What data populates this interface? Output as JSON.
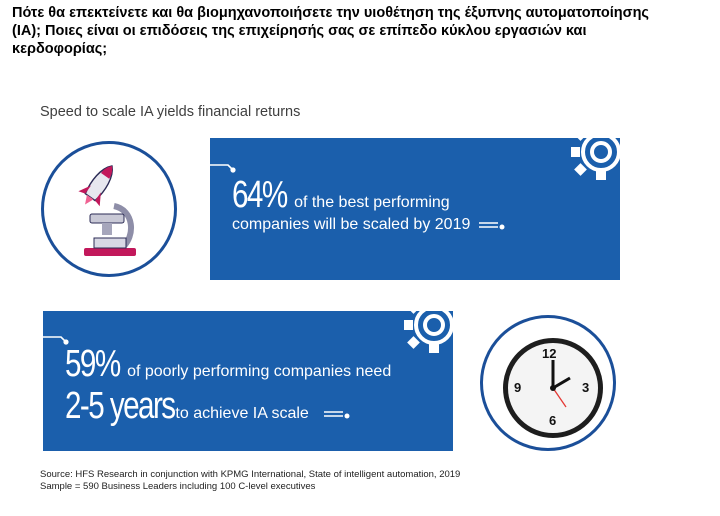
{
  "heading": {
    "line1": "Πότε θα επεκτείνετε και θα βιομηχανοποιήσετε την υιοθέτηση της έξυπνης αυτοματοποίησης",
    "line2": "(ΙΑ); Ποιες είναι οι επιδόσεις της επιχείρησής σας σε επίπεδο κύκλου εργασιών και",
    "line3": "κερδοφορίας;"
  },
  "subtitle": "Speed to scale IA yields financial returns",
  "stat1": {
    "value": "64%",
    "text_line1": "of the best performing",
    "text_line2": "companies will be scaled by 2019"
  },
  "stat2": {
    "value": "59%",
    "text_line1": "of poorly performing companies need",
    "range": "2-5 years",
    "text_line2": "to achieve IA scale"
  },
  "clock": {
    "n12": "12",
    "n3": "3",
    "n6": "6",
    "n9": "9"
  },
  "source": {
    "line1": "Source: HFS Research in conjunction with KPMG International, State of intelligent automation, 2019",
    "line2": "Sample = 590 Business Leaders including 100 C-level executives"
  },
  "colors": {
    "panel_blue": "#1b5fac",
    "circle_border": "#1b4f99",
    "rocket_pink": "#c2185b",
    "clock_hand_red": "#e53935"
  },
  "icons": [
    "microscope-rocket-icon",
    "gear-icon",
    "clock-icon",
    "arrow-right-icon"
  ]
}
